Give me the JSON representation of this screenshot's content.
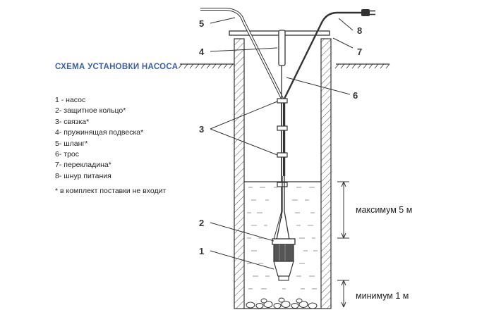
{
  "title": "СХЕМА УСТАНОВКИ НАСОСА",
  "legend": [
    "1 - насос",
    "2- защитное кольцо*",
    "3- связка*",
    "4- пружинящая подвеска*",
    "5- шланг*",
    "6- трос",
    "7- перекладина*",
    "8- шнур питания"
  ],
  "note": "* в комплект поставки не входит",
  "callouts": {
    "c1": "1",
    "c2": "2",
    "c3": "3",
    "c4": "4",
    "c5": "5",
    "c6": "6",
    "c7": "7",
    "c8": "8"
  },
  "dimensions": {
    "max_label": "максимум 5 м",
    "min_label": "минимум 1 м"
  },
  "colors": {
    "title": "#3b5fa8",
    "line": "#333333"
  }
}
